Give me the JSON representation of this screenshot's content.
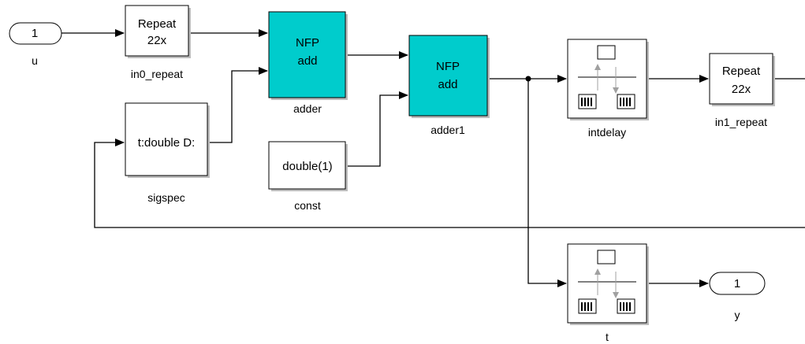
{
  "colors": {
    "nfp_block_fill": "#00cccc",
    "block_fill": "#ffffff",
    "line": "#000000"
  },
  "inport_u": {
    "number": "1",
    "label": "u"
  },
  "in0_repeat": {
    "line1": "Repeat",
    "line2": "22x",
    "label": "in0_repeat"
  },
  "adder": {
    "line1": "NFP",
    "line2": "add",
    "label": "adder"
  },
  "adder1": {
    "line1": "NFP",
    "line2": "add",
    "label": "adder1"
  },
  "sigspec": {
    "text": "t:double D:",
    "label": "sigspec"
  },
  "const": {
    "text": "double(1)",
    "label": "const"
  },
  "intdelay": {
    "label": "intdelay",
    "icon": "integer-delay-icon"
  },
  "in1_repeat": {
    "line1": "Repeat",
    "line2": "22x",
    "label": "in1_repeat"
  },
  "t_block": {
    "label": "t",
    "icon": "integer-delay-icon"
  },
  "outport_y": {
    "number": "1",
    "label": "y"
  }
}
